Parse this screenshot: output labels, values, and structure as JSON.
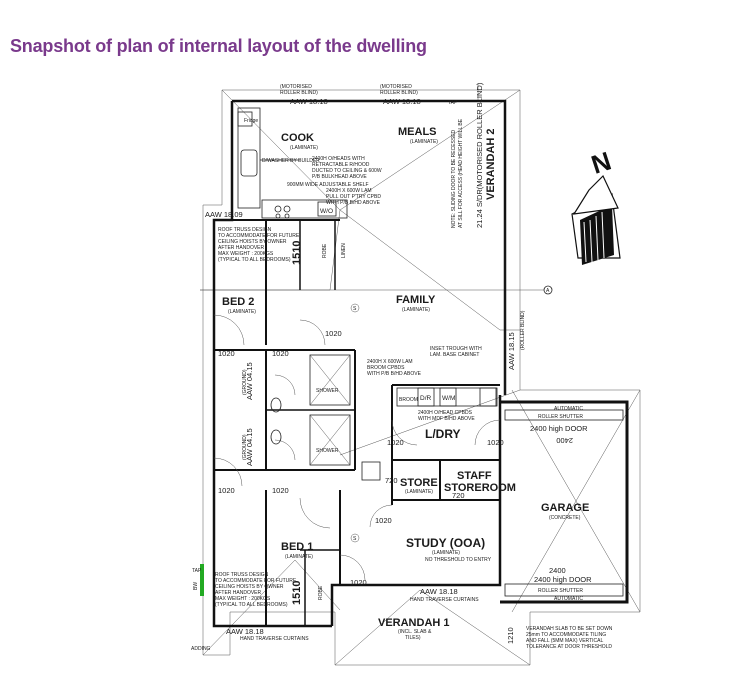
{
  "heading": "Snapshot of plan of internal layout of the dwelling",
  "rooms": {
    "cook": "COOK",
    "meals": "MEALS",
    "family": "FAMILY",
    "bed2": "BED  2",
    "bed1": "BED  1",
    "ldry": "L/DRY",
    "store": "STORE",
    "staff_storeroom_1": "STAFF",
    "staff_storeroom_2": "STOREROOM",
    "study": "STUDY (OOA)",
    "garage": "GARAGE",
    "verandah1": "VERANDAH  1",
    "verandah2": "VERANDAH  2",
    "robe": "ROBE",
    "linen": "LINEN",
    "shower": "SHOWER",
    "dr": "D/R",
    "wm": "W/M",
    "wo": "W/O",
    "fridge": "Fridge"
  },
  "floor_notes": {
    "laminate": "(LAMINATE)",
    "concrete": "(CONCRETE)",
    "incl_slab": "(INCL. SLAB &",
    "tiles": "TILES)"
  },
  "dimensions": {
    "aaw_top_1": "AAW 18.18",
    "aaw_top_2": "AAW 18.18",
    "aaw_left": "AAW 18.09",
    "aaw_bottom": "AAW 18.18",
    "aaw_verandah": "AAW 18.18",
    "aaw_side": "AAW 18.15",
    "aaw_bath1": "AAW 04.15",
    "aaw_bath2": "AAW 04.15",
    "d1510_a": "1510",
    "d1510_b": "1510",
    "d1020_a": "1020",
    "d1020_b": "1020",
    "d1020_c": "1020",
    "d1020_d": "1020",
    "d1020_e": "1020",
    "d1020_f": "1020",
    "d1020_g": "1020",
    "d1020_h": "1020",
    "d1020_i": "1020",
    "d720_a": "720",
    "d720_b": "720",
    "d2400_a": "2400",
    "d2400_b": "2400",
    "d1210": "1210",
    "door_top": "2400 high DOOR",
    "door_bottom": "2400 high DOOR",
    "s_1": "S",
    "s_2": "S",
    "grid_a": "A"
  },
  "notes": {
    "motorised_1": "(MOTORISED",
    "roller_blind_1": "ROLLER BLIND)",
    "motorised_2": "(MOTORISED",
    "roller_blind_2": "ROLLER BLIND)",
    "tap": "TAP",
    "dishwasher": "D/WASHER BY BUILDER",
    "rangehood_1": "2400H O/HEADS WITH",
    "rangehood_2": "RETRACTABLE R/HOOD",
    "rangehood_3": "DUCTED TO CEILING & 600W",
    "rangehood_4": "P/B BULKHEAD ABOVE",
    "shelf": "900MM WIDE ADJUSTABLE SHELF",
    "pantry_1": "2400H X 600W LAM",
    "pantry_2": "PULL OUT P'TRY CPBD",
    "pantry_3": "WITH P/B B/HD ABOVE",
    "sliding_1": "NOTE: SLIDING DOOR TO BE RECESSED",
    "sliding_2": "AT SILL FOR ACCESS (HEAD HEIGHT WILL BE",
    "sliding_3": "21.24 S/DR(MOTORISED ROLLER BLIND)",
    "truss_1": "ROOF TRUSS DESIGN",
    "truss_2": "TO ACCOMMODATE FOR FUTURE",
    "truss_3": "CEILING HOISTS BY OWNER",
    "truss_4": "AFTER HANDOVER",
    "truss_5": "MAX WEIGHT : 200KGS",
    "truss_6": "(TYPICAL TO ALL BEDROOMS)",
    "truss_b1": "ROOF TRUSS DESIGN",
    "truss_b2": "TO ACCOMMODATE FOR FUTURE",
    "truss_b3": "CEILING HOISTS BY OWNER",
    "truss_b4": "AFTER HANDOVER",
    "truss_b5": "MAX WEIGHT : 200KGS",
    "truss_b6": "(TYPICAL TO ALL BEDROOMS)",
    "broom_1": "2400H X 600W LAM",
    "broom_2": "BROOM CPBDS",
    "broom_3": "WITH P/B B/HD ABOVE",
    "trough_1": "INSET TROUGH WITH",
    "trough_2": "LAM. BASE CABINET",
    "ldry_cpbd_1": "2400H O/HEAD CPBDS",
    "ldry_cpbd_2": "WITH MDF B/HD ABOVE",
    "no_threshold": "NO THRESHOLD TO ENTRY",
    "roller_blind_side": "(ROLLER BLIND)",
    "automatic_1": "AUTOMATIC",
    "roller_shutter_1": "ROLLER SHUTTER",
    "automatic_2": "AUTOMATIC",
    "roller_shutter_2": "ROLLER SHUTTER",
    "hand_curtains": "HAND TRAVERSE CURTAINS",
    "hand_curtains_2": "HAND TRAVERSE CURTAINS",
    "verandah_slab_1": "VERANDAH SLAB TO BE SET DOWN",
    "verandah_slab_2": "25mm TO ACCOMMODATE TILING",
    "verandah_slab_3": "AND FALL (5MM MAX) VERTICAL",
    "verandah_slab_4": "TOLERANCE AT DOOR THRESHOLD",
    "grounded_1": "(GROUND)",
    "grounded_2": "(GROUND)",
    "broom": "BROOM",
    "adding": "ADDING",
    "bw": "BW",
    "tap2": "TAP"
  },
  "compass": {
    "north": "N"
  },
  "colors": {
    "heading": "#7a3a8c",
    "accent_marker": "#22aa22"
  }
}
